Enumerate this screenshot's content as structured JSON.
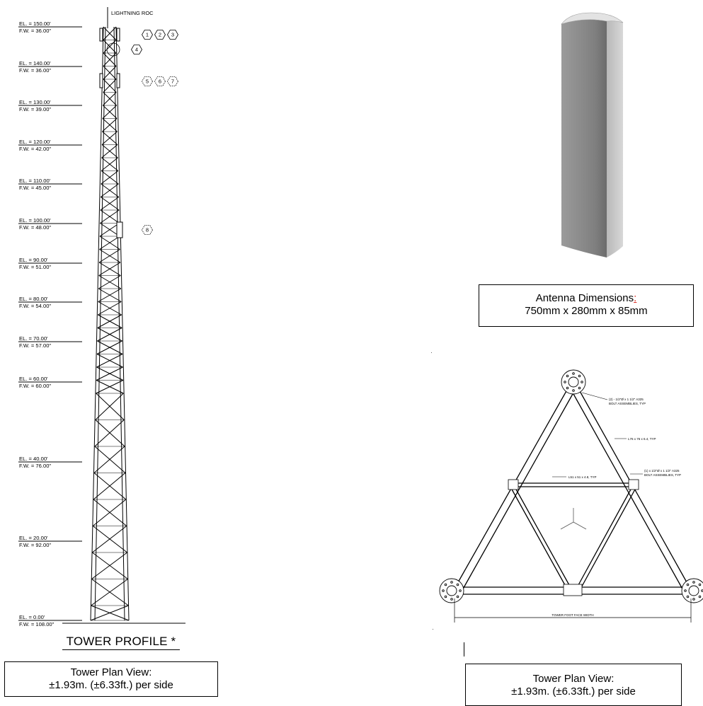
{
  "tower_profile": {
    "top_label": "LIGHTNING ROC",
    "title": "TOWER PROFILE *",
    "levels": [
      {
        "el": "EL. = 150.00'",
        "fw": "F.W. = 36.00\""
      },
      {
        "el": "EL. = 140.00'",
        "fw": "F.W. = 36.00\""
      },
      {
        "el": "EL. = 130.00'",
        "fw": "F.W. = 39.00\""
      },
      {
        "el": "EL. = 120.00'",
        "fw": "F.W. = 42.00\""
      },
      {
        "el": "EL. = 110.00'",
        "fw": "F.W. = 45.00\""
      },
      {
        "el": "EL. = 100.00'",
        "fw": "F.W. = 48.00\""
      },
      {
        "el": "EL. = 90.00'",
        "fw": "F.W. = 51.00\""
      },
      {
        "el": "EL. = 80.00'",
        "fw": "F.W. = 54.00\""
      },
      {
        "el": "EL. = 70.00'",
        "fw": "F.W. = 57.00\""
      },
      {
        "el": "EL. = 60.00'",
        "fw": "F.W. = 60.00\""
      },
      {
        "el": "EL. = 40.00'",
        "fw": "F.W. = 76.00\""
      },
      {
        "el": "EL. = 20.00'",
        "fw": "F.W. = 92.00\""
      },
      {
        "el": "EL. = 0.00'",
        "fw": "F.W. = 108.00\""
      }
    ],
    "callouts": [
      "1",
      "2",
      "3",
      "4",
      "5",
      "6",
      "7",
      "8"
    ]
  },
  "antenna": {
    "caption_line1": "Antenna Dimensions",
    "caption_colon": ":",
    "caption_line2": "750mm x 280mm x 85mm"
  },
  "plan_view": {
    "note_bolt_top": "(2) - 1/2\"Ø x 1 1/2\" A325",
    "note_bolt_top_2": "BOLT ASSEMBLIES, TYP",
    "note_leg": "L76 x 76 x 6.4, TYP",
    "note_horizontal": "L51 x 51 x 4.8, TYP",
    "note_bolt_mid": "(1) x 1/2\"Ø x 1 1/2\" A325",
    "note_bolt_mid_2": "BOLT ASSEMBLIES, TYP",
    "note_face_width": "TOWER FOOT FACE WIDTH"
  },
  "captions": {
    "left_line1": "Tower Plan View:",
    "left_line2": "±1.93m. (±6.33ft.) per side",
    "right_line1": "Tower Plan View:",
    "right_line2": "±1.93m. (±6.33ft.) per side"
  },
  "colors": {
    "line": "#000000",
    "antenna_face": "#8e8e8e",
    "antenna_side": "#c4c4c4",
    "antenna_top": "#e6e6e6",
    "colon_accent": "#d9261c"
  }
}
